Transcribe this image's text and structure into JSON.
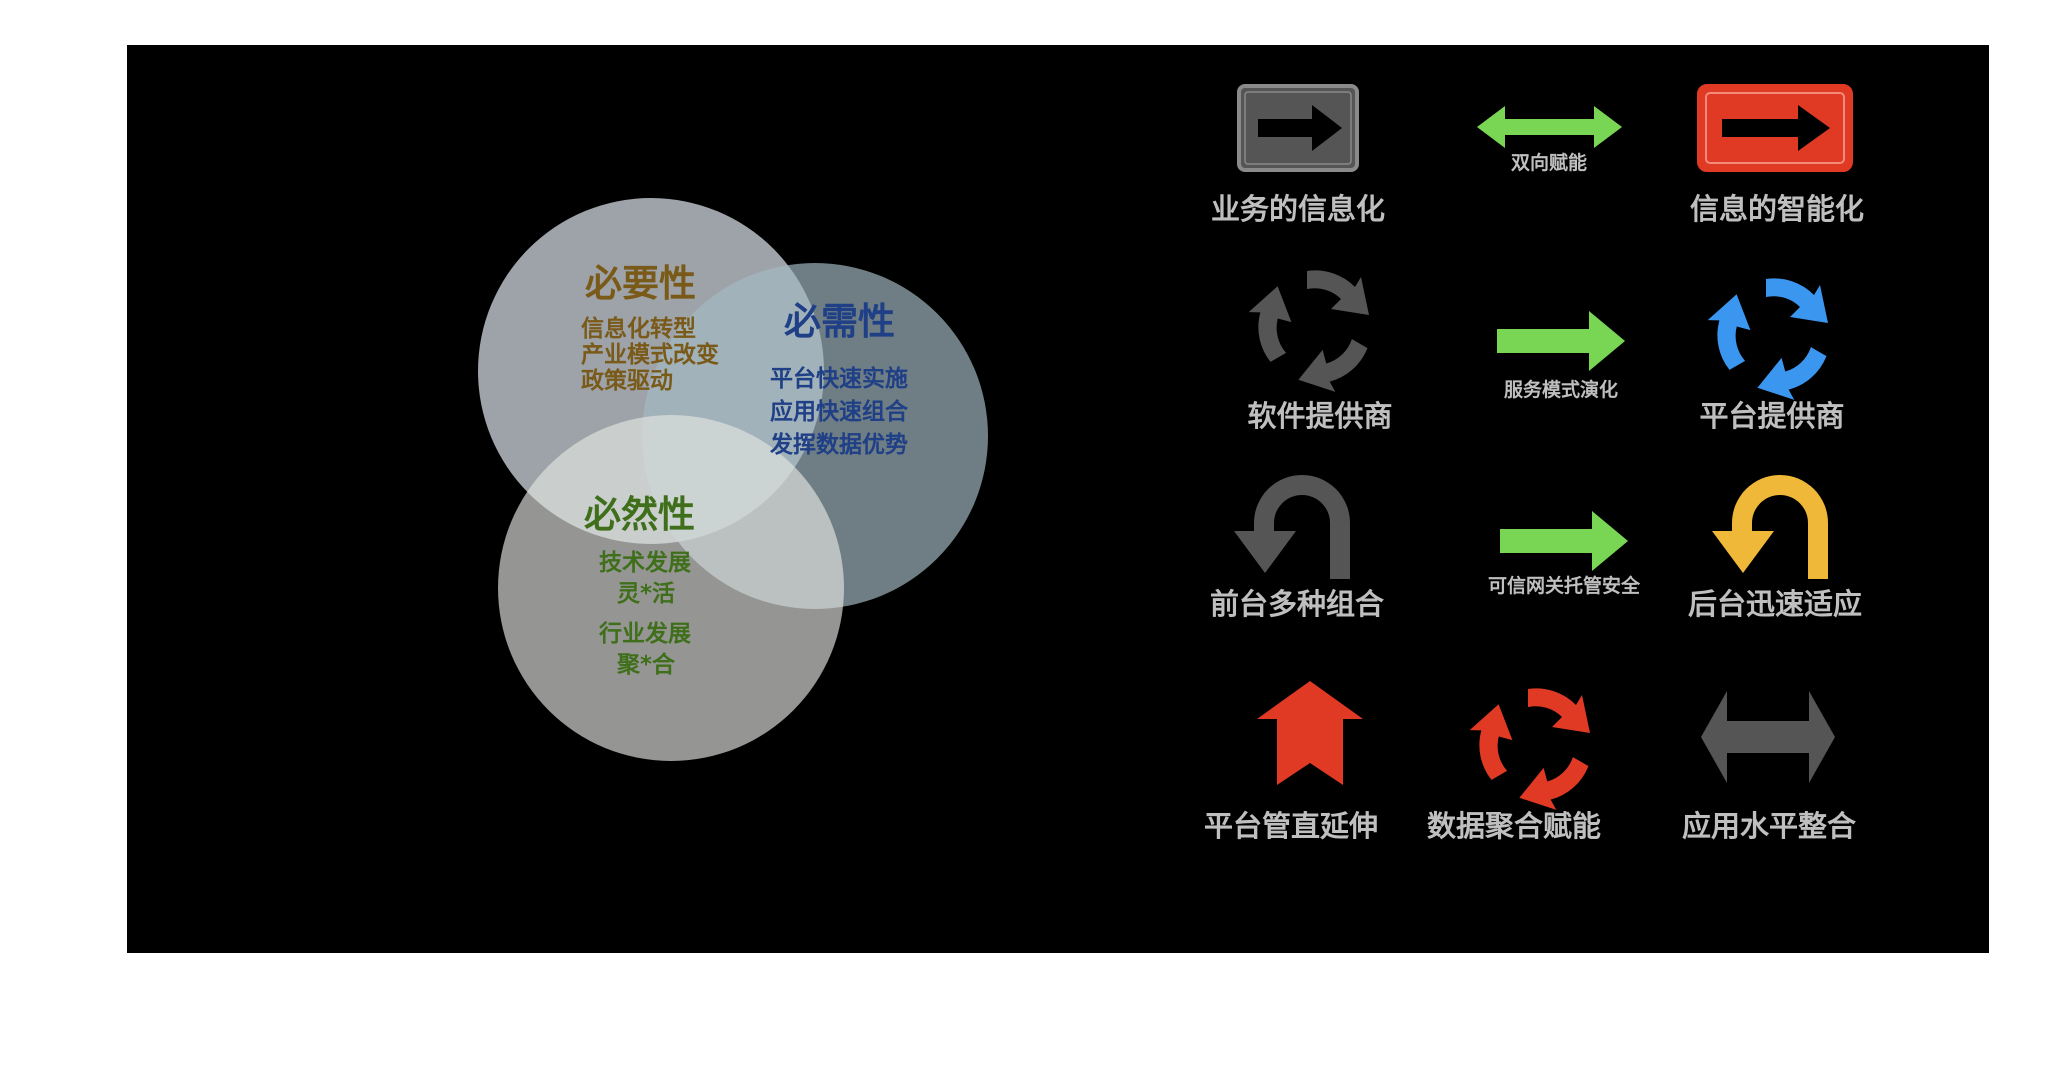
{
  "venn": {
    "necessity": {
      "title": "必要性",
      "lines": [
        "信息化转型",
        "产业模式改变",
        "政策驱动"
      ],
      "color": "#7a5a18"
    },
    "requisite": {
      "title": "必需性",
      "lines": [
        "平台快速实施",
        "应用快速组合",
        "发挥数据优势"
      ],
      "color": "#1f3f86"
    },
    "inevitability": {
      "title": "必然性",
      "lines_a": [
        "技术发展",
        "灵*活"
      ],
      "lines_b": [
        "行业发展",
        "聚*合"
      ],
      "color": "#3f6f1a"
    }
  },
  "icons": {
    "business_informatization": {
      "label": "业务的信息化",
      "icon": "arrow-sign-icon",
      "color": "#555555"
    },
    "two_way_enable": {
      "label": "双向赋能",
      "icon": "double-arrow-icon",
      "color": "#79d655"
    },
    "information_intelligence": {
      "label": "信息的智能化",
      "icon": "arrow-sign-icon",
      "color": "#e03a25"
    },
    "software_provider": {
      "label": "软件提供商",
      "icon": "cycle-arrows-icon",
      "color": "#555555"
    },
    "service_mode_evolution": {
      "label": "服务模式演化",
      "icon": "right-arrow-icon",
      "color": "#79d655"
    },
    "platform_provider": {
      "label": "平台提供商",
      "icon": "cycle-arrows-icon",
      "color": "#3b96f0"
    },
    "frontend_combination": {
      "label": "前台多种组合",
      "icon": "u-turn-icon",
      "color": "#555555"
    },
    "trusted_hosting": {
      "label": "可信网关托管安全",
      "icon": "right-arrow-icon",
      "color": "#79d655"
    },
    "backend_adapt": {
      "label": "后台迅速适应",
      "icon": "u-turn-icon",
      "color": "#f0b838"
    },
    "platform_vertical": {
      "label": "平台管直延伸",
      "icon": "up-arrow-icon",
      "color": "#e03a25"
    },
    "data_aggregation": {
      "label": "数据聚合赋能",
      "icon": "cycle-arrows-icon",
      "color": "#e03a25"
    },
    "app_horizontal": {
      "label": "应用水平整合",
      "icon": "double-arrow-icon",
      "color": "#555555"
    }
  }
}
